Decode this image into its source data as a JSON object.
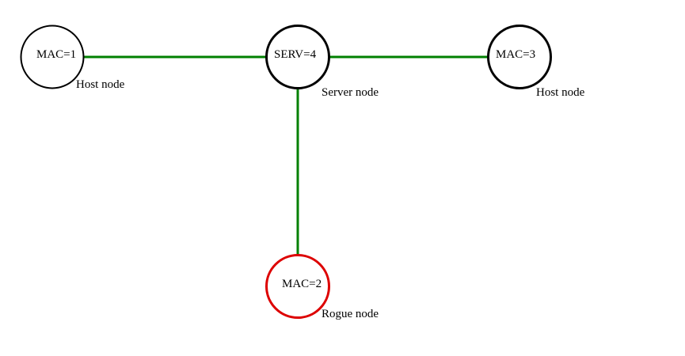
{
  "colors": {
    "link": "#008000",
    "host_border": "#000000",
    "server_border": "#000000",
    "rogue_border": "#dd0000",
    "text": "#000000"
  },
  "nodes": {
    "host1": {
      "label": "MAC=1",
      "caption": "Host node"
    },
    "server": {
      "label": "SERV=4",
      "caption": "Server node"
    },
    "host3": {
      "label": "MAC=3",
      "caption": "Host node"
    },
    "rogue": {
      "label": "MAC=2",
      "caption": "Rogue node"
    }
  }
}
